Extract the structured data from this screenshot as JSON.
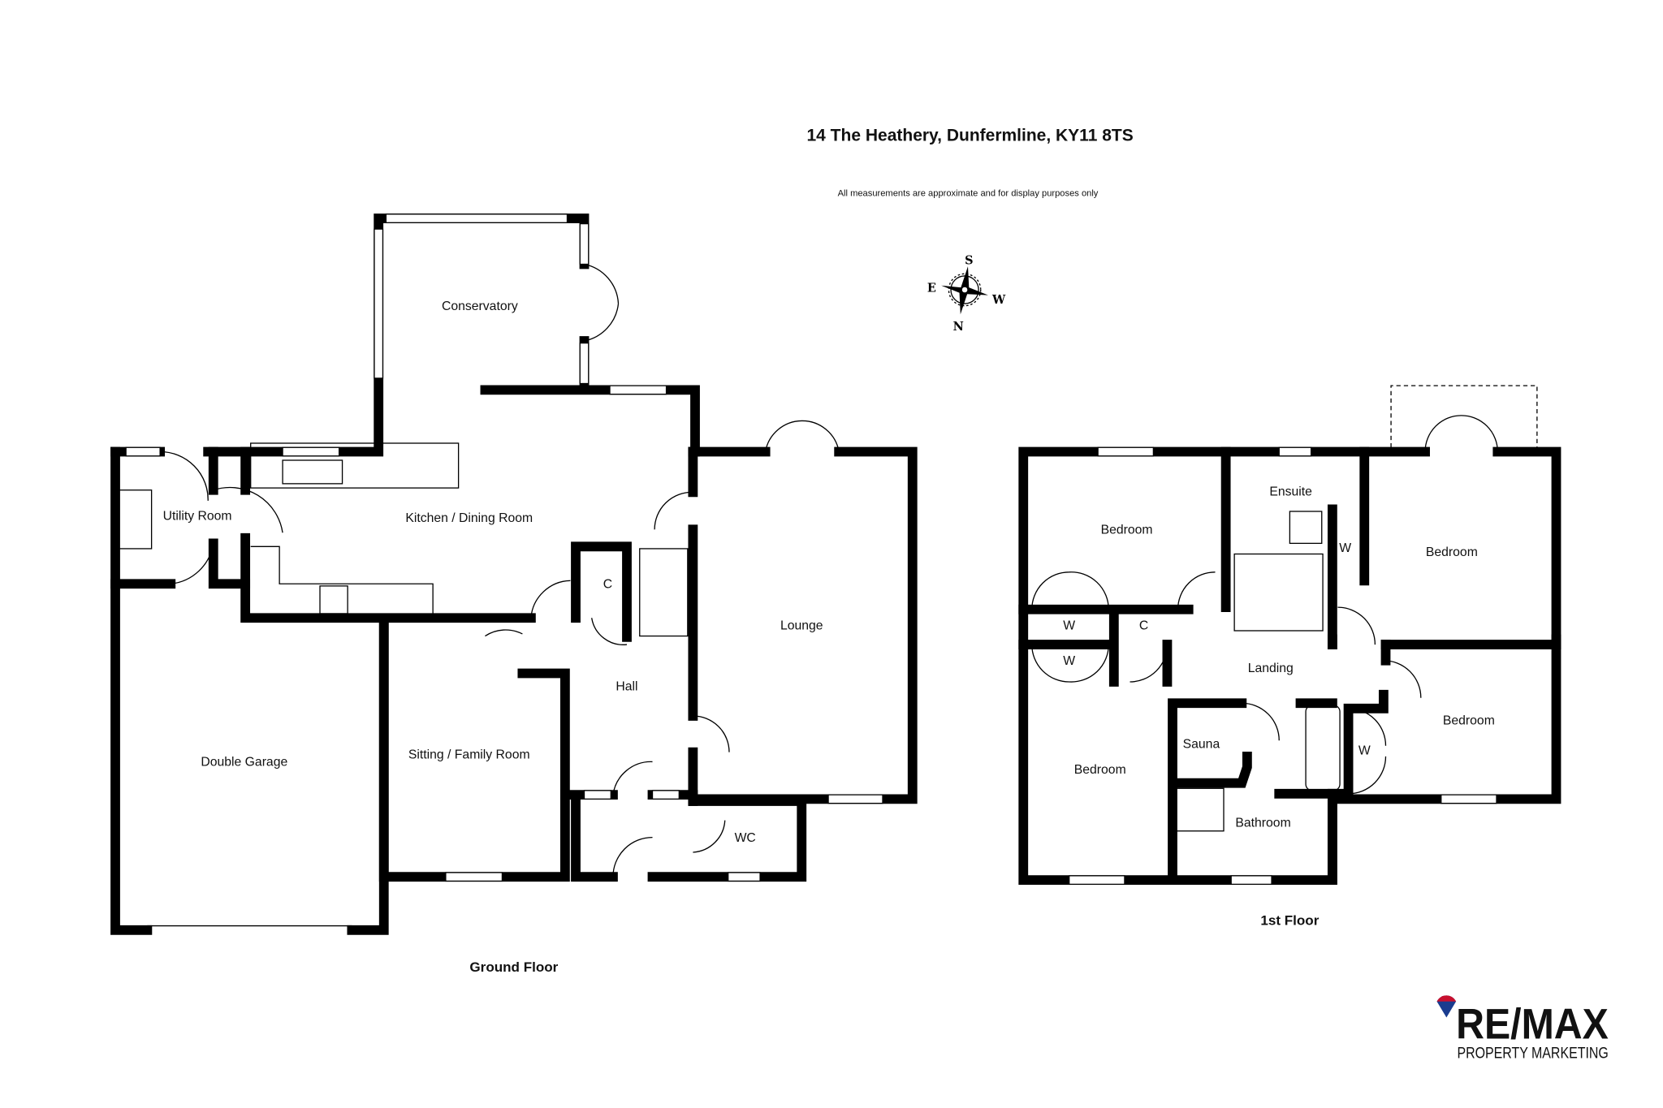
{
  "header": {
    "title": "14 The Heathery, Dunfermline, KY11 8TS",
    "disclaimer": "All measurements are approximate and for display purposes only"
  },
  "compass": {
    "north": "N",
    "south": "S",
    "east": "E",
    "west": "W"
  },
  "ground_floor": {
    "label": "Ground Floor",
    "rooms": {
      "conservatory": "Conservatory",
      "utility": "Utility Room",
      "kitchen": "Kitchen / Dining Room",
      "lounge": "Lounge",
      "cupboard": "C",
      "hall": "Hall",
      "garage": "Double Garage",
      "sitting": "Sitting / Family Room",
      "wc": "WC"
    }
  },
  "first_floor": {
    "label": "1st Floor",
    "rooms": {
      "bedroom1": "Bedroom",
      "ensuite": "Ensuite",
      "bedroom2": "Bedroom",
      "wardrobe_ensuite": "W",
      "wardrobe1": "W",
      "cupboard": "C",
      "landing": "Landing",
      "wardrobe2": "W",
      "bedroom3": "Bedroom",
      "sauna": "Sauna",
      "bedroom4": "Bedroom",
      "wardrobe3": "W",
      "bathroom": "Bathroom"
    }
  },
  "logo": {
    "brand": "RE/MAX",
    "subtitle": "PROPERTY MARKETING"
  },
  "colors": {
    "wall": "#000000",
    "balloon_red": "#c8102e",
    "balloon_blue": "#1a3c8f"
  }
}
